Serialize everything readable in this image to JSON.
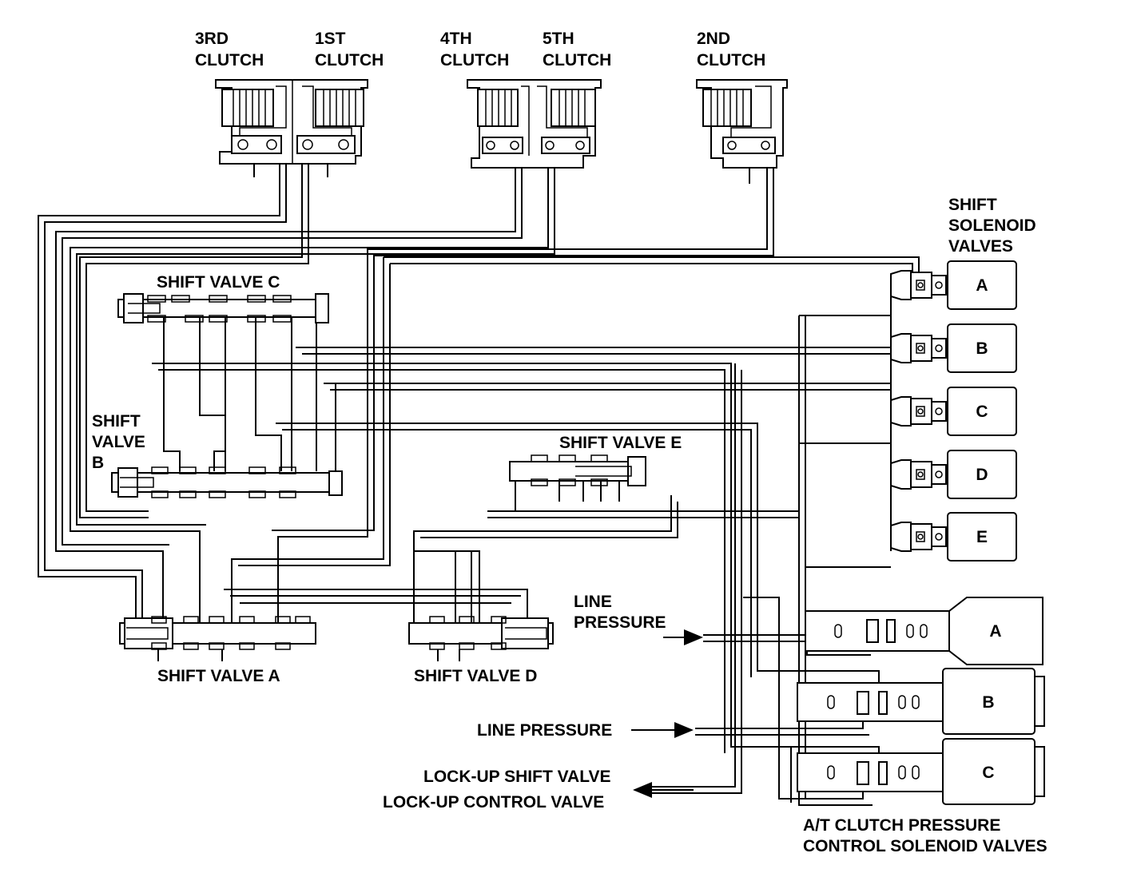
{
  "clutches": {
    "third": [
      "3RD",
      "CLUTCH"
    ],
    "first": [
      "1ST",
      "CLUTCH"
    ],
    "fourth": [
      "4TH",
      "CLUTCH"
    ],
    "fifth": [
      "5TH",
      "CLUTCH"
    ],
    "second": [
      "2ND",
      "CLUTCH"
    ]
  },
  "shift_valves": {
    "a": "SHIFT VALVE A",
    "b": [
      "SHIFT",
      "VALVE",
      "B"
    ],
    "c": "SHIFT VALVE C",
    "d": "SHIFT VALVE D",
    "e": "SHIFT VALVE E"
  },
  "shift_solenoids": {
    "title": [
      "SHIFT",
      "SOLENOID",
      "VALVES"
    ],
    "letters": [
      "A",
      "B",
      "C",
      "D",
      "E"
    ]
  },
  "pressure_solenoids": {
    "title": [
      "A/T CLUTCH PRESSURE",
      "CONTROL SOLENOID VALVES"
    ],
    "letters": [
      "A",
      "B",
      "C"
    ]
  },
  "flows": {
    "line_pressure_top": [
      "LINE",
      "PRESSURE"
    ],
    "line_pressure_mid": "LINE PRESSURE",
    "lockup_shift": "LOCK-UP SHIFT VALVE",
    "lockup_control": "LOCK-UP CONTROL VALVE"
  }
}
